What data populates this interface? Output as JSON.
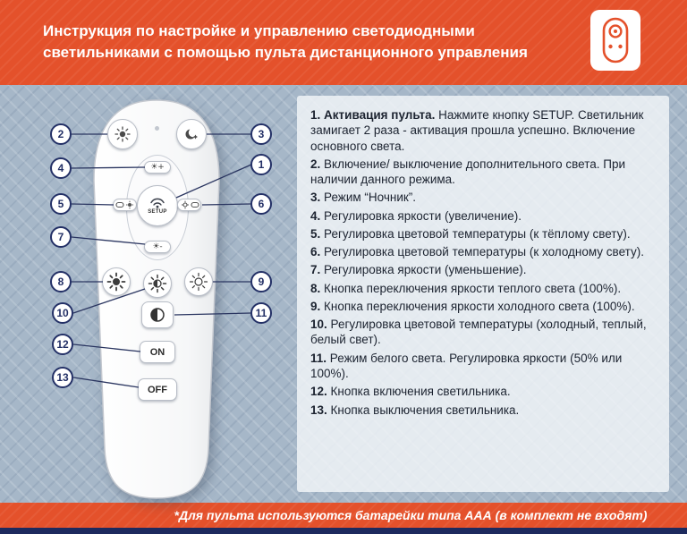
{
  "header": {
    "title_line1": "Инструкция по настройке и управлению светодиодными",
    "title_line2": "светильниками с помощью пульта дистанционного управления"
  },
  "remote": {
    "setup_label": "SETUP",
    "on_label": "ON",
    "off_label": "OFF",
    "brightness_up_label": "☀+",
    "brightness_down_label": "☀-"
  },
  "callouts": [
    "1",
    "2",
    "3",
    "4",
    "5",
    "6",
    "7",
    "8",
    "9",
    "10",
    "11",
    "12",
    "13"
  ],
  "instructions": [
    {
      "num": "1.",
      "bold": "Активация пульта.",
      "text": "Нажмите кнопку SETUP. Светильник замигает 2 раза - активация прошла успешно. Включение основного света."
    },
    {
      "num": "2.",
      "bold": "",
      "text": "Включение/ выключение дополнительного света. При наличии данного режима."
    },
    {
      "num": "3.",
      "bold": "",
      "text": "Режим “Ночник”."
    },
    {
      "num": "4.",
      "bold": "",
      "text": "Регулировка яркости (увеличение)."
    },
    {
      "num": "5.",
      "bold": "",
      "text": "Регулировка цветовой температуры (к тёплому свету)."
    },
    {
      "num": "6.",
      "bold": "",
      "text": "Регулировка цветовой температуры (к холодному свету)."
    },
    {
      "num": "7.",
      "bold": "",
      "text": "Регулировка яркости (уменьшение)."
    },
    {
      "num": "8.",
      "bold": "",
      "text": "Кнопка переключения яркости теплого света (100%)."
    },
    {
      "num": "9.",
      "bold": "",
      "text": "Кнопка переключения яркости холодного света (100%)."
    },
    {
      "num": "10.",
      "bold": "",
      "text": "Регулировка цветовой температуры (холодный, теплый, белый свет)."
    },
    {
      "num": "11.",
      "bold": "",
      "text": "Режим белого света. Регулировка яркости (50% или 100%)."
    },
    {
      "num": "12.",
      "bold": "",
      "text": "Кнопка включения светильника."
    },
    {
      "num": "13.",
      "bold": "",
      "text": "Кнопка выключения светильника."
    }
  ],
  "footer": {
    "note": "*Для пульта используются батарейки типа ААА (в комплект не входят)"
  },
  "colors": {
    "accent_orange": "#E4512B",
    "navy": "#233066",
    "background_blue": "#A6B7C8",
    "line_navy": "#2A3560"
  }
}
